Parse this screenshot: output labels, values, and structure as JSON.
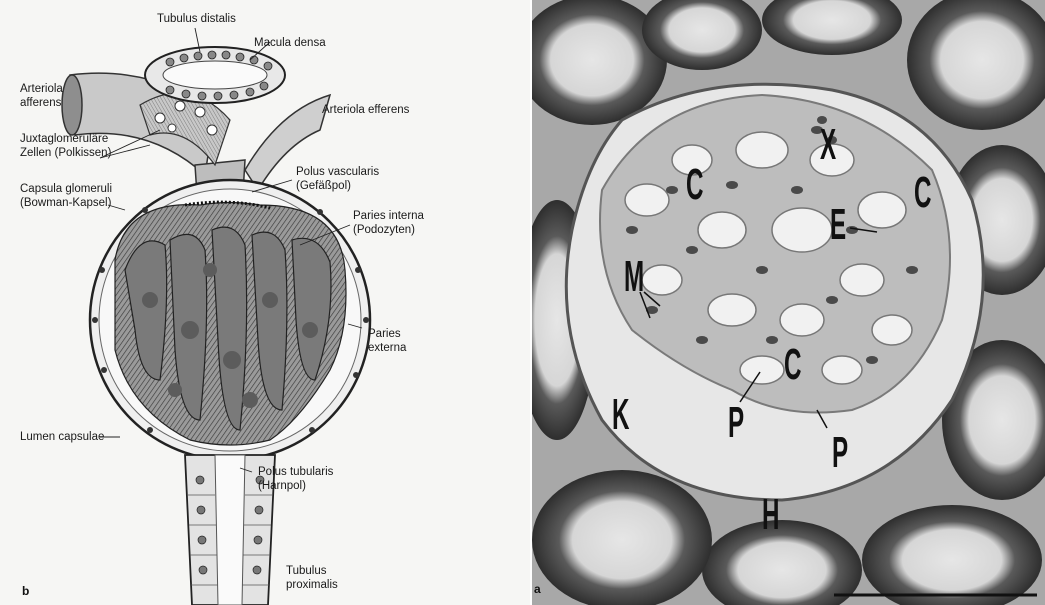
{
  "panel_b": {
    "panel_letter": "b",
    "labels": {
      "tubulus_distalis": "Tubulus distalis",
      "macula_densa": "Macula densa",
      "arteriola_afferens": "Arteriola\nafferens",
      "arteriola_efferens": "Arteriola efferens",
      "juxtaglomerulare": "Juxtaglomeruläre\nZellen (Polkissen)",
      "polus_vascularis": "Polus vascularis\n(Gefäßpol)",
      "capsula_glomeruli": "Capsula glomeruli\n(Bowman-Kapsel)",
      "paries_interna": "Paries interna\n(Podozyten)",
      "paries_externa": "Paries\nexterna",
      "lumen_capsulae": "Lumen capsulae",
      "polus_tubularis": "Polus tubularis\n(Harnpol)",
      "tubulus_proximalis": "Tubulus\nproximalis"
    }
  },
  "panel_a": {
    "panel_letter": "a",
    "letters": {
      "x": "X",
      "c1": "C",
      "c2": "C",
      "c3": "C",
      "e": "E",
      "m": "M",
      "k": "K",
      "p1": "P",
      "p2": "P",
      "h": "H"
    }
  }
}
